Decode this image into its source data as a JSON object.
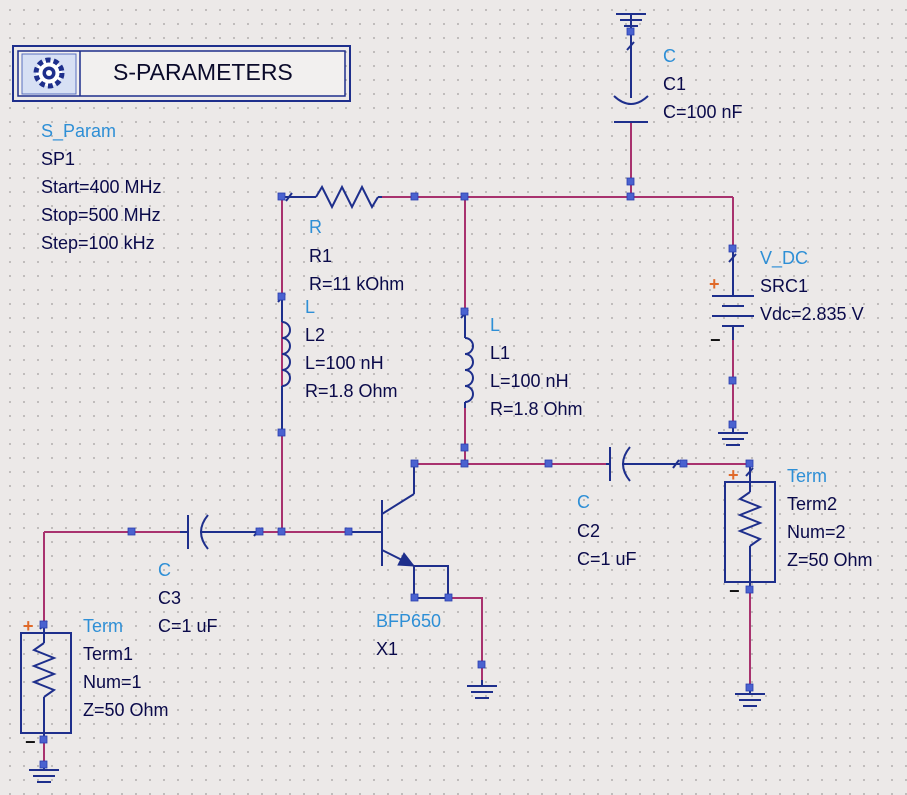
{
  "sim_block": {
    "title": "S-PARAMETERS",
    "type": "S_Param",
    "name": "SP1",
    "params": [
      "Start=400 MHz",
      "Stop=500 MHz",
      "Step=100 kHz"
    ]
  },
  "components": {
    "c1": {
      "type": "C",
      "name": "C1",
      "params": [
        "C=100 nF"
      ]
    },
    "r1": {
      "type": "R",
      "name": "R1",
      "params": [
        "R=11 kOhm"
      ]
    },
    "l2": {
      "type": "L",
      "name": "L2",
      "params": [
        "L=100 nH",
        "R=1.8 Ohm"
      ]
    },
    "l1": {
      "type": "L",
      "name": "L1",
      "params": [
        "L=100 nH",
        "R=1.8 Ohm"
      ]
    },
    "src1": {
      "type": "V_DC",
      "name": "SRC1",
      "params": [
        "Vdc=2.835 V"
      ]
    },
    "c2": {
      "type": "C",
      "name": "C2",
      "params": [
        "C=1 uF"
      ]
    },
    "c3": {
      "type": "C",
      "name": "C3",
      "params": [
        "C=1 uF"
      ]
    },
    "term1": {
      "type": "Term",
      "name": "Term1",
      "params": [
        "Num=1",
        "Z=50 Ohm"
      ]
    },
    "term2": {
      "type": "Term",
      "name": "Term2",
      "params": [
        "Num=2",
        "Z=50 Ohm"
      ]
    },
    "x1": {
      "type": "BFP650",
      "name": "X1",
      "params": []
    }
  },
  "polarity": {
    "plus": "+",
    "minus": "−"
  },
  "colors": {
    "wire": "#a8326e",
    "component": "#1e2f8c",
    "pin": "#4a62d0",
    "type_label": "#2e8fd6",
    "plus": "#e06a2a"
  }
}
